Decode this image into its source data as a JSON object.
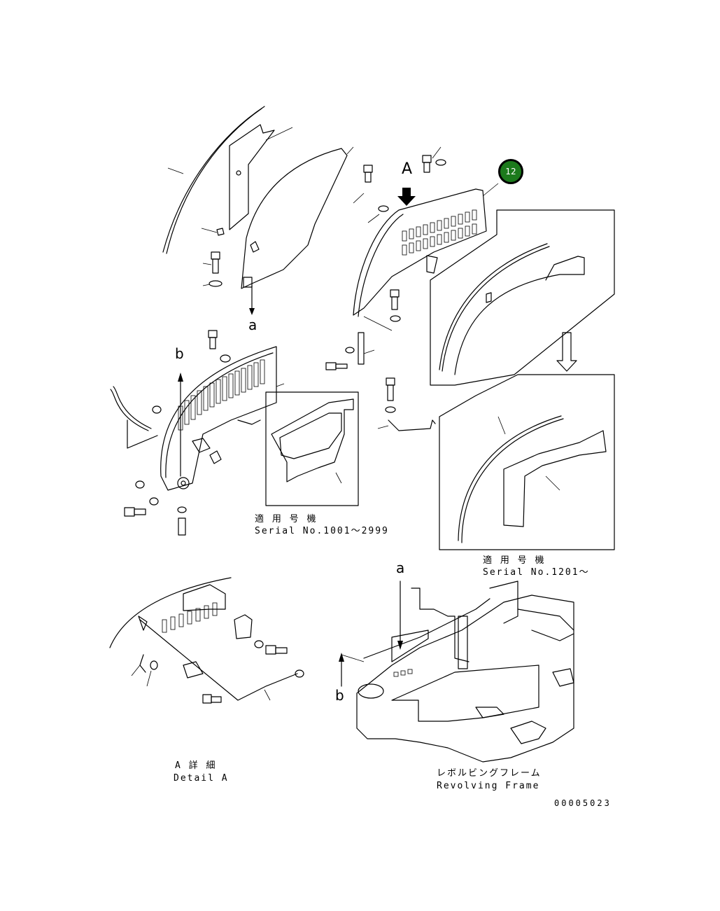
{
  "badge": {
    "number": "12",
    "color": "#1c7a1c"
  },
  "view_labels": {
    "a_top": "a",
    "a_bottom": "a",
    "b_left": "b",
    "b_bottom": "b",
    "arrow_A": "A"
  },
  "serial_left": {
    "jp": "適 用 号 機",
    "en": "Serial No.1001～2999"
  },
  "serial_right": {
    "jp": "適 用 号 機",
    "en": "Serial No.1201～"
  },
  "detail_a": {
    "jp": "A 詳 細",
    "en": "Detail A"
  },
  "revolving_frame": {
    "jp": "レボルビングフレーム",
    "en": "Revolving Frame"
  },
  "drawing_number": "00005023"
}
